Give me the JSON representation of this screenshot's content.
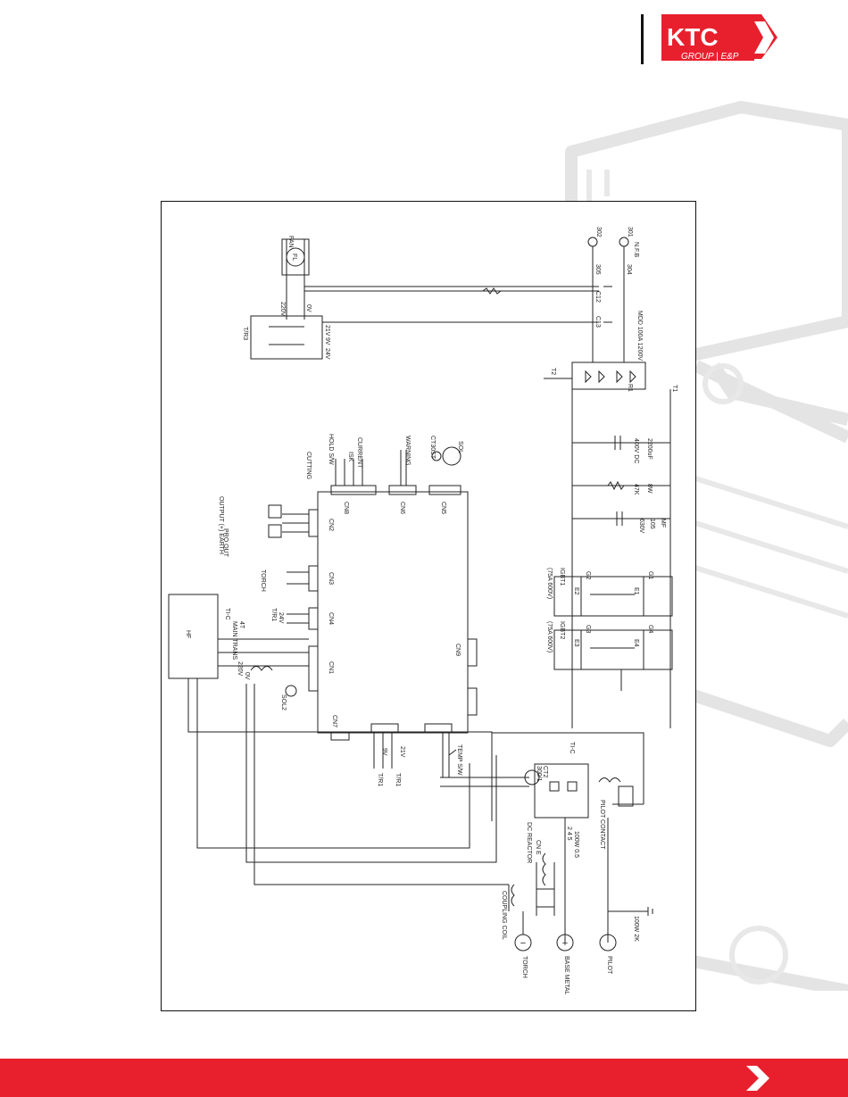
{
  "header": {
    "logo": {
      "brand": "KTC",
      "sub": "GROUP | E&P",
      "colors": {
        "red": "#e8202d",
        "white": "#ffffff"
      }
    }
  },
  "diagram": {
    "labels": {
      "fan": "FAN",
      "fl": "FL",
      "v220": "220V",
      "v0": "0V",
      "v21": "21V",
      "v9": "9V",
      "v24": "24V",
      "tr3": "T/R3",
      "c302": "302",
      "c301": "301",
      "nfb": "N.F.B",
      "c305": "305",
      "c304": "304",
      "c12": "C12",
      "c13": "C13",
      "mdd": "MDD 100A 1200V",
      "r1": "R1",
      "t2": "T2",
      "t1": "T1",
      "cap2200": "2200uF",
      "cap400": "400V DC",
      "res8w": "8W",
      "res47k": "47K",
      "mf": "MF",
      "mf105": "105",
      "mf630": "630V",
      "igbt1": "IGBT1",
      "igbt1_rating": "(75A 600V)",
      "igbt2": "IGBT2",
      "igbt2_rating": "(75A 600V)",
      "g1": "G1",
      "g2": "G2",
      "g3": "G3",
      "g4": "G4",
      "e1": "E1",
      "e2": "E2",
      "e3": "E3",
      "e4": "E4",
      "cutting": "CUTTING",
      "hold_sw": "HOLD S/W",
      "current": "CURRENT",
      "isk": "ISK",
      "warning": "WARNING",
      "ct30st": "CT30ST",
      "sol": "SOL",
      "cn8": "CN8",
      "cn6": "CN6",
      "cn5": "CN5",
      "cn3": "CN3",
      "cn4": "CN4",
      "cn2": "CN2",
      "cn1": "CN1",
      "cn7": "CN7",
      "cn9": "CN9",
      "output": "OUTPUT (+) EARTH",
      "pro_out": "PRO OUT",
      "torch_cn": "TORCH",
      "hf": "HF",
      "ti_c": "TI-C",
      "main_trans": "MAIN TRANS",
      "t4t": "4T",
      "tr1": "T/R1",
      "v220b": "220V",
      "v0b": "0V",
      "v24b": "24V",
      "sol2": "SOL2",
      "temp_sw": "TEMP S/W",
      "tr1b": "T/R1",
      "tr1c": "T/R1",
      "v21b": "21V",
      "v9b": "9V",
      "ct2": "CT2",
      "ct2_sub": "300/1",
      "ti_c2": "TI-C",
      "dc_reactor": "DC REACTOR",
      "cn_e": "CN E",
      "pins": "2 4 5",
      "coupling": "COUPLING COIL",
      "res_100": "100W 0.5",
      "pilot_contact": "PILOT CONTACT",
      "pilot": "PILOT",
      "gnd_100": "100W 2K",
      "base_metal": "BASE METAL",
      "torch": "TORCH",
      "plus": "+",
      "minus": "−"
    }
  },
  "footer": {
    "color": "#e8202d"
  }
}
